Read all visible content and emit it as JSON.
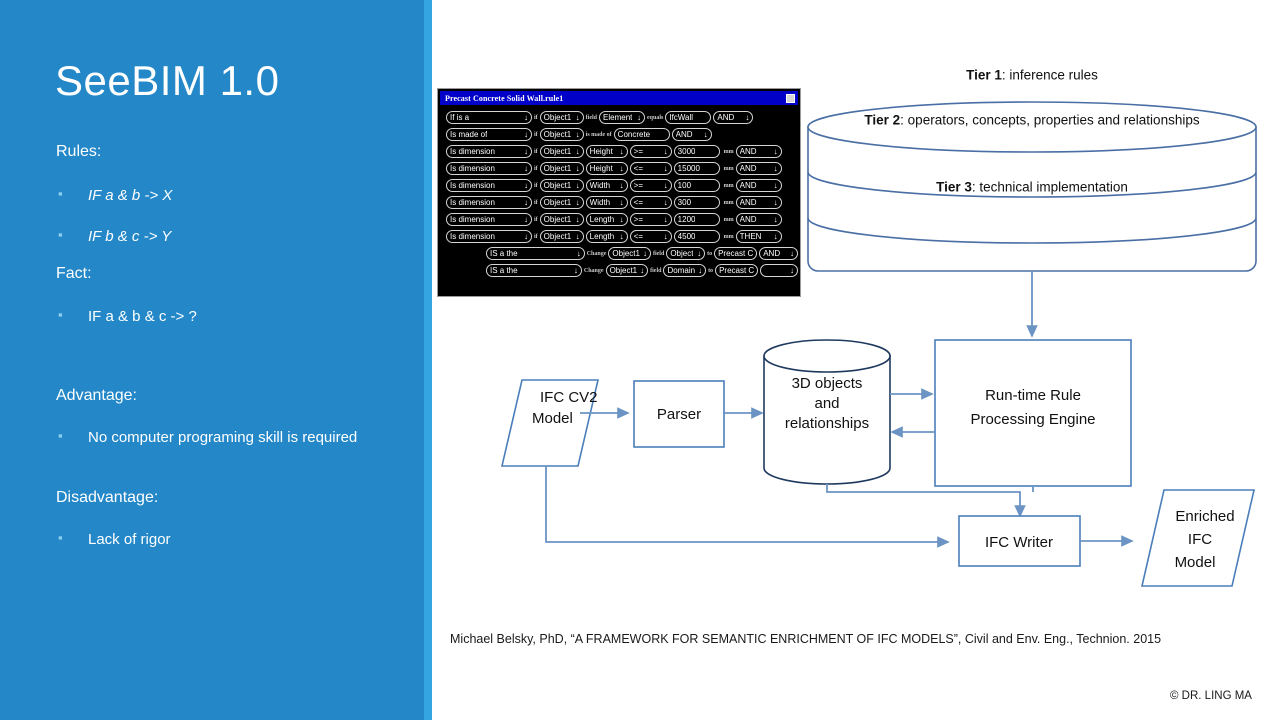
{
  "slide": {
    "title": "SeeBIM 1.0",
    "accent_color": "#2387c8",
    "accent_edge_color": "#34a5e0",
    "citation": "Michael Belsky, PhD, “A FRAMEWORK FOR SEMANTIC ENRICHMENT OF IFC MODELS”, Civil and Env. Eng., Technion. 2015",
    "copyright": "© DR. LING MA"
  },
  "sidebar": {
    "sections": [
      {
        "heading": "Rules:",
        "items": [
          "IF a & b -> X",
          "IF b & c -> Y"
        ],
        "italic": true
      },
      {
        "heading": "Fact:",
        "items": [
          "IF a & b & c -> ?"
        ],
        "italic": false
      },
      {
        "heading": "Advantage:",
        "items": [
          "No computer programing skill is required"
        ],
        "italic": false
      },
      {
        "heading": "Disadvantage:",
        "items": [
          "Lack of rigor"
        ],
        "italic": false
      }
    ]
  },
  "rule_window": {
    "title": "Precast Concrete Solid Wall.rule1",
    "minimize_label": "",
    "rows": [
      {
        "predicate": "If is a",
        "c1": "if",
        "object": "Object1",
        "c2": "field",
        "property": "Element",
        "c3": "equals",
        "value": "IfcWall",
        "unit": "",
        "logic": "AND"
      },
      {
        "predicate": "Is made of",
        "c1": "if",
        "object": "Object1",
        "c2": "is made of",
        "property": "Concrete",
        "c3": "",
        "value": "",
        "unit": "",
        "logic": "AND"
      },
      {
        "predicate": "Is dimension",
        "c1": "if",
        "object": "Object1",
        "c2": "",
        "property": "Height",
        "c3": "",
        "operator": ">=",
        "value": "3000",
        "unit": "mm",
        "logic": "AND"
      },
      {
        "predicate": "Is dimension",
        "c1": "if",
        "object": "Object1",
        "c2": "",
        "property": "Height",
        "c3": "",
        "operator": "<=",
        "value": "15000",
        "unit": "mm",
        "logic": "AND"
      },
      {
        "predicate": "Is dimension",
        "c1": "if",
        "object": "Object1",
        "c2": "",
        "property": "Width",
        "c3": "",
        "operator": ">=",
        "value": "100",
        "unit": "mm",
        "logic": "AND"
      },
      {
        "predicate": "Is dimension",
        "c1": "if",
        "object": "Object1",
        "c2": "",
        "property": "Width",
        "c3": "",
        "operator": "<=",
        "value": "300",
        "unit": "mm",
        "logic": "AND"
      },
      {
        "predicate": "Is dimension",
        "c1": "if",
        "object": "Object1",
        "c2": "",
        "property": "Length",
        "c3": "",
        "operator": ">=",
        "value": "1200",
        "unit": "mm",
        "logic": "AND"
      },
      {
        "predicate": "Is dimension",
        "c1": "if",
        "object": "Object1",
        "c2": "",
        "property": "Length",
        "c3": "",
        "operator": "<=",
        "value": "4500",
        "unit": "mm",
        "logic": "THEN"
      }
    ],
    "then_rows": [
      {
        "predicate": "IS a the",
        "c1": "Change",
        "object": "Object1",
        "c2": "field",
        "property": "Object",
        "c3": "to",
        "value": "Precast C",
        "logic": "AND"
      },
      {
        "predicate": "IS a the",
        "c1": "Change",
        "object": "Object1",
        "c2": "field",
        "property": "Domain",
        "c3": "to",
        "value": "Precast C",
        "logic": ""
      }
    ],
    "dropdown_arrow": "↓"
  },
  "tiers": [
    {
      "bold": "Tier 1",
      "rest": ": inference rules"
    },
    {
      "bold": "Tier 2",
      "rest": ": operators, concepts, properties and relationships"
    },
    {
      "bold": "Tier 3",
      "rest": ": technical implementation"
    }
  ],
  "flowchart": {
    "stroke_color": "#4a7ebb",
    "nodes": [
      {
        "id": "ifc-cv2-model",
        "shape": "parallelogram",
        "lines": [
          "IFC CV2",
          "Model"
        ]
      },
      {
        "id": "parser",
        "shape": "rect",
        "lines": [
          "Parser"
        ]
      },
      {
        "id": "objects-db",
        "shape": "cylinder",
        "lines": [
          "3D objects",
          "and",
          "relationships"
        ]
      },
      {
        "id": "rule-engine",
        "shape": "rect",
        "lines": [
          "Run-time Rule",
          "Processing Engine"
        ]
      },
      {
        "id": "ifc-writer",
        "shape": "rect",
        "lines": [
          "IFC Writer"
        ]
      },
      {
        "id": "enriched-model",
        "shape": "parallelogram",
        "lines": [
          "Enriched",
          "IFC",
          "Model"
        ]
      }
    ]
  }
}
